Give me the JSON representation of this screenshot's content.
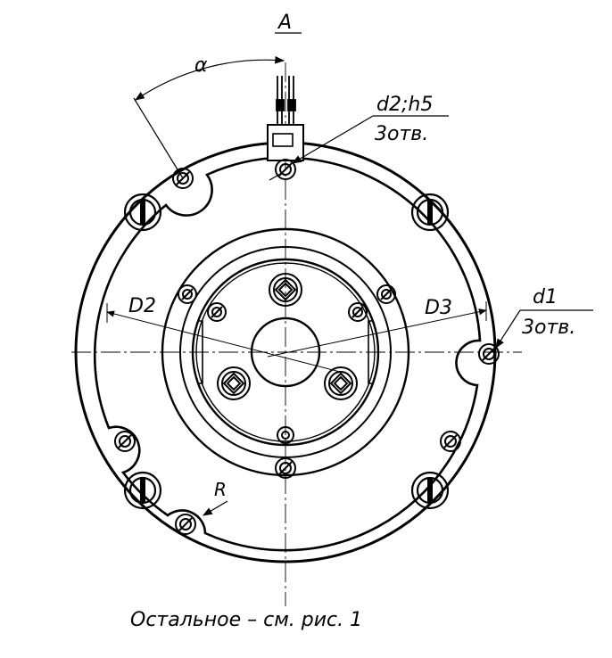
{
  "view_label": "A",
  "angle_label": "α",
  "hole_d2_spec": "d2;h5",
  "hole_d2_count": "3отв.",
  "hole_d1_spec": "d1",
  "hole_d1_count": "3отв.",
  "dim_D2": "D2",
  "dim_D3": "D3",
  "radius_label": "R",
  "caption": "Остальное – см. рис. 1"
}
